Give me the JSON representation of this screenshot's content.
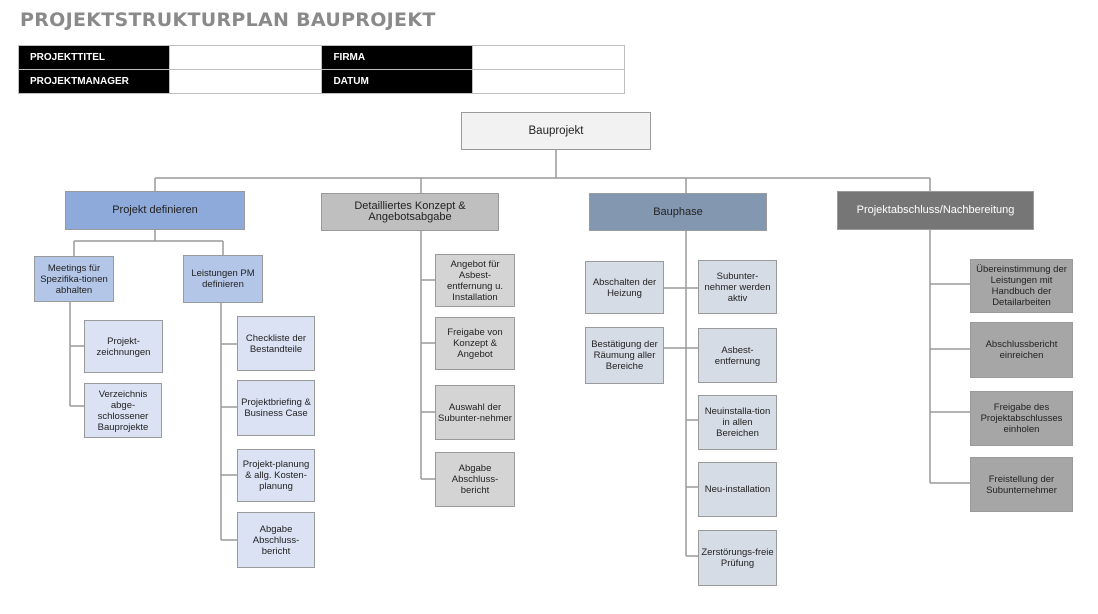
{
  "page": {
    "title": "PROJEKTSTRUKTURPLAN BAUPROJEKT"
  },
  "info": {
    "project_title_label": "PROJEKTTITEL",
    "project_title_value": "",
    "company_label": "FIRMA",
    "company_value": "",
    "manager_label": "PROJEKTMANAGER",
    "manager_value": "",
    "date_label": "DATUM",
    "date_value": ""
  },
  "tree": {
    "root": "Bauprojekt",
    "phases": [
      {
        "label": "Projekt definieren",
        "groups": [
          {
            "label": "Meetings für Spezifika-tionen abhalten",
            "items": [
              "Projekt-zeichnungen",
              "Verzeichnis abge-schlossener Bauprojekte"
            ]
          },
          {
            "label": "Leistungen PM definieren",
            "items": [
              "Checkliste der Bestandteile",
              "Projektbriefing & Business Case",
              "Projekt-planung & allg. Kosten-planung",
              "Abgabe Abschluss-bericht"
            ]
          }
        ]
      },
      {
        "label": "Detailliertes Konzept & Angebotsabgabe",
        "items": [
          "Angebot für Asbest-entfernung u. Installation",
          "Freigabe von Konzept & Angebot",
          "Auswahl der Subunter-nehmer",
          "Abgabe Abschluss-bericht"
        ]
      },
      {
        "label": "Bauphase",
        "left_items": [
          "Abschalten der Heizung",
          "Bestätigung der Räumung aller Bereiche"
        ],
        "right_items": [
          "Subunter-nehmer werden aktiv",
          "Asbest-entfernung",
          "Neuinstalla-tion in allen Bereichen",
          "Neu-installation",
          "Zerstörungs-freie Prüfung"
        ]
      },
      {
        "label": "Projektabschluss/Nachbereitung",
        "items": [
          "Übereinstimmung der Leistungen mit Handbuch der Detailarbeiten",
          "Abschlussbericht einreichen",
          "Freigabe des Projektabschlusses einholen",
          "Freistellung der Subunternehmer"
        ]
      }
    ]
  }
}
